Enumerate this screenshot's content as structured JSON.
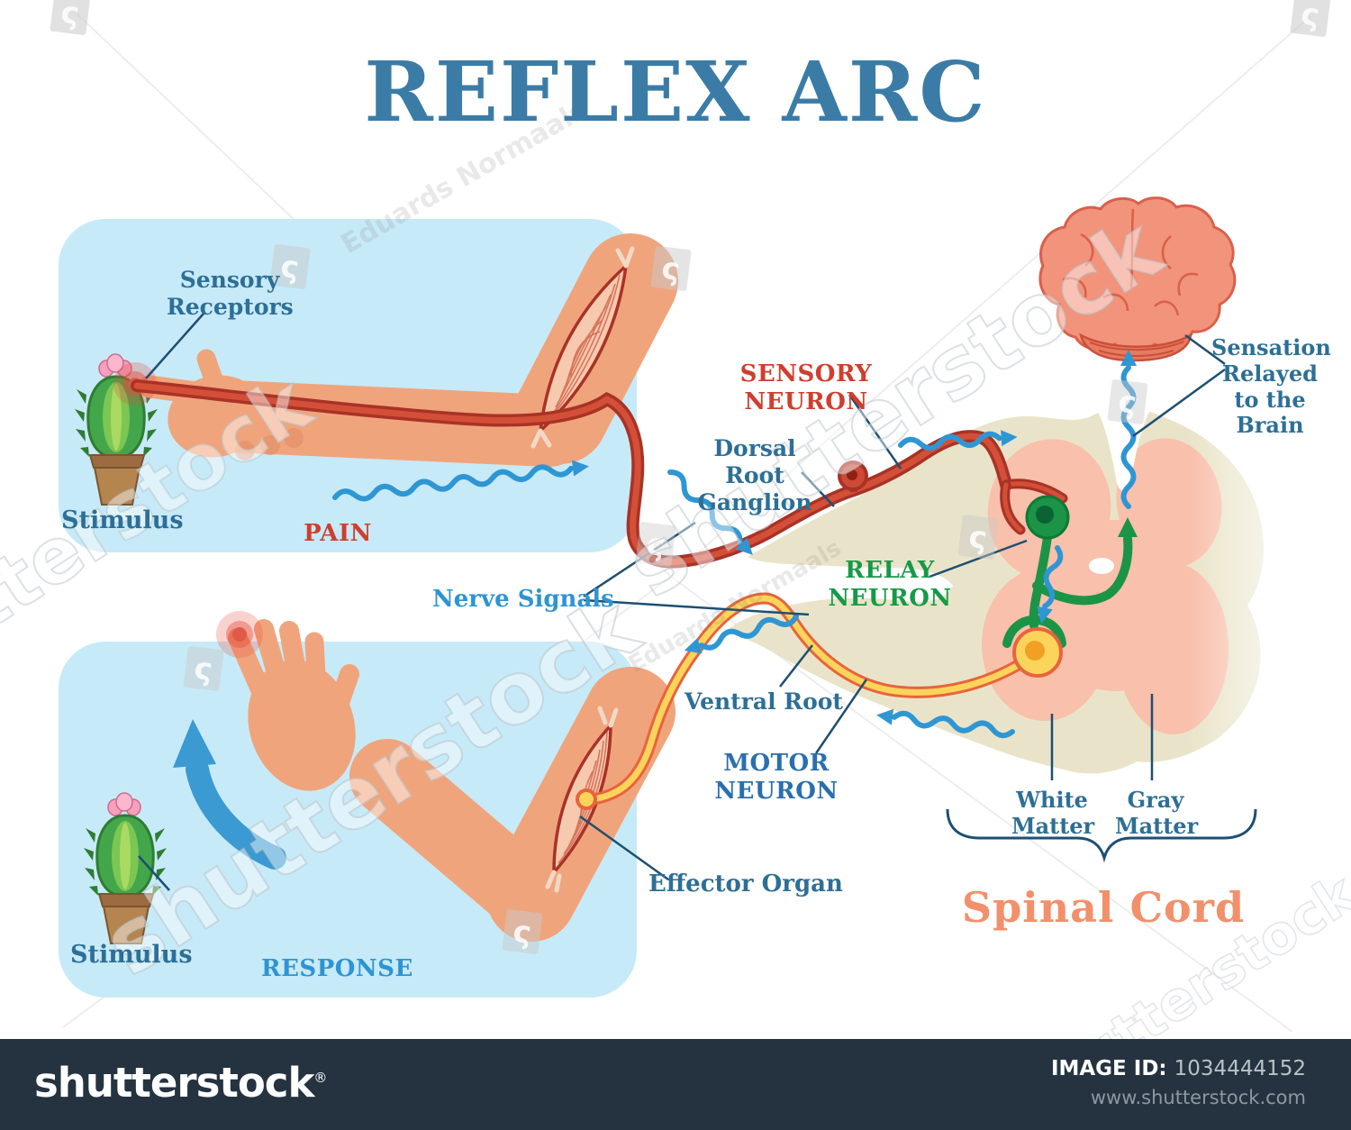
{
  "title": "REFLEX ARC",
  "pain_panel": {
    "receptors_label": "Sensory Receptors",
    "stimulus_label": "Stimulus",
    "caption": "PAIN"
  },
  "response_panel": {
    "stimulus_label": "Stimulus",
    "caption": "RESPONSE"
  },
  "labels": {
    "sensory_neuron": "SENSORY NEURON",
    "dorsal_root_ganglion": "Dorsal Root Ganglion",
    "relay_neuron": "RELAY NEURON",
    "nerve_signals": "Nerve Signals",
    "ventral_root": "Ventral Root",
    "motor_neuron": "MOTOR NEURON",
    "effector_organ": "Effector Organ",
    "sensation_relayed": "Sensation Relayed to the Brain",
    "white_matter": "White Matter",
    "gray_matter": "Gray Matter",
    "spinal_cord": "Spinal Cord"
  },
  "watermarks": {
    "brand_text": "shutterstock",
    "artist_text": "Eduards Normaals",
    "tile_glyph": "ς"
  },
  "footer": {
    "brand": "shutterstock",
    "registered": "®",
    "image_id_label": "IMAGE ID:",
    "image_id": "1034444152",
    "url": "www.shutterstock.com"
  },
  "colors": {
    "title": "#3b7ca7",
    "label_steel": "#2d6f96",
    "label_bright_blue": "#2e94d2",
    "sensory_red": "#cf3e2e",
    "relay_green": "#169a48",
    "motor_blue": "#2a6fae",
    "spinal_cord_salmon": "#f2906b",
    "panel_blue": "#c7eaf8",
    "skin": "#f0a47c",
    "nerve_red": "#a93226",
    "nerve_yellow": "#fbd45c",
    "cord_beige": "#e9e4c9",
    "gray_matter_pink": "#f9c0ab",
    "signal_blue": "#2f96d4",
    "footer_bg": "#253340"
  }
}
